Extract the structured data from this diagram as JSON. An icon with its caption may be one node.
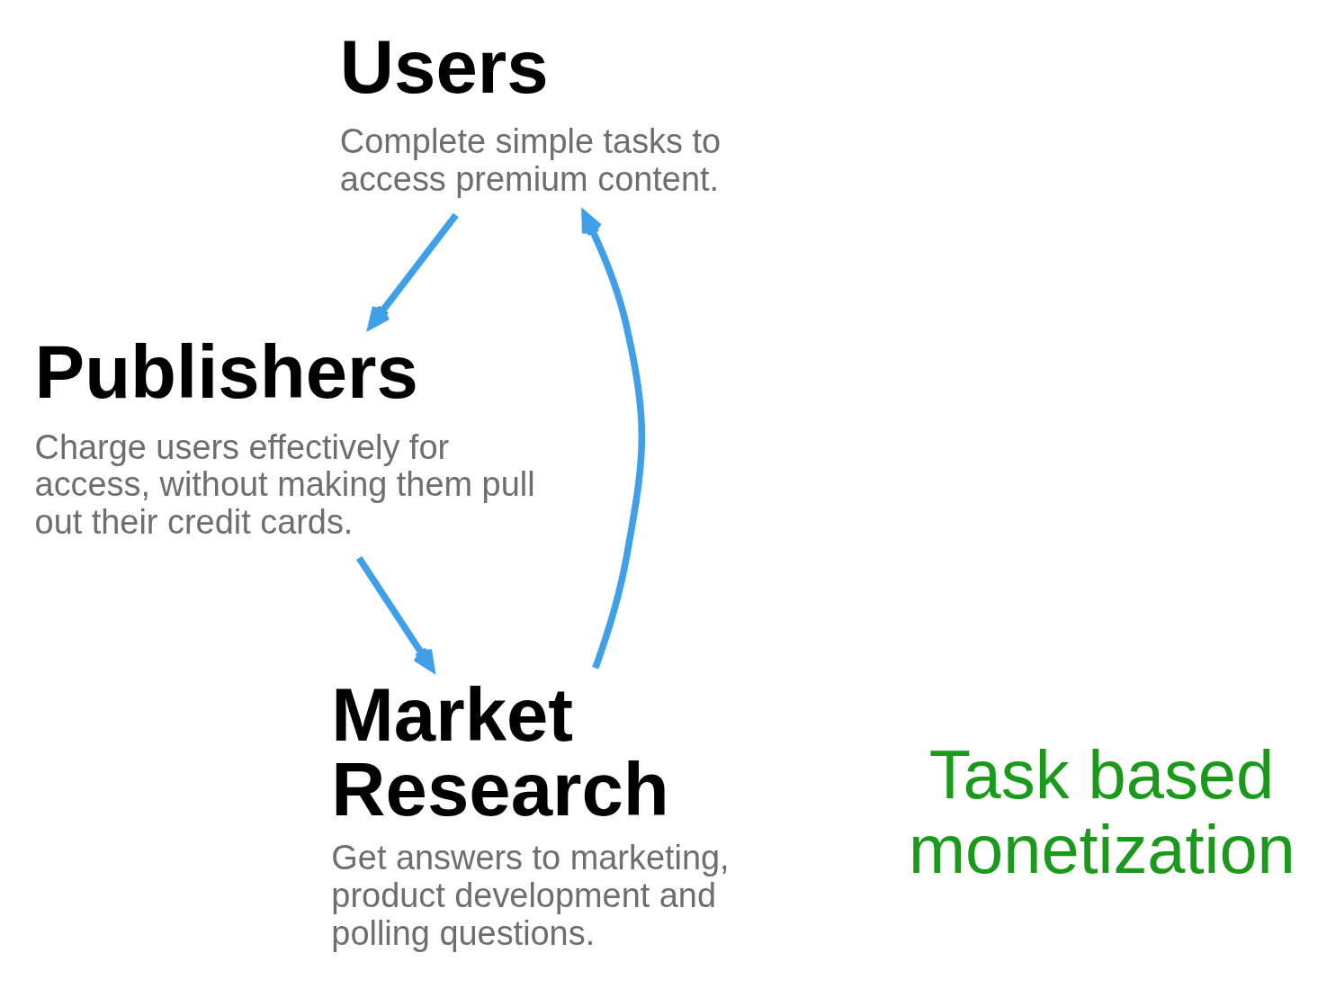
{
  "diagram": {
    "nodes": [
      {
        "text": [
          "Users",
          "Complete simple tasks to access premium content."
        ]
      },
      {
        "text": [
          "Publishers",
          "Charge users effectively for access, without making them pull out their credit cards."
        ]
      },
      {
        "text": [
          "Market Research",
          "Get answers to marketing, product development and polling questions."
        ]
      }
    ],
    "edges": [
      {
        "from": 2,
        "to": 0,
        "arrow": "to"
      },
      {
        "from": 0,
        "to": 1,
        "arrow": "to"
      },
      {
        "from": 1,
        "to": 2,
        "arrow": "to"
      }
    ],
    "labels": [
      "Task based monetization"
    ]
  }
}
